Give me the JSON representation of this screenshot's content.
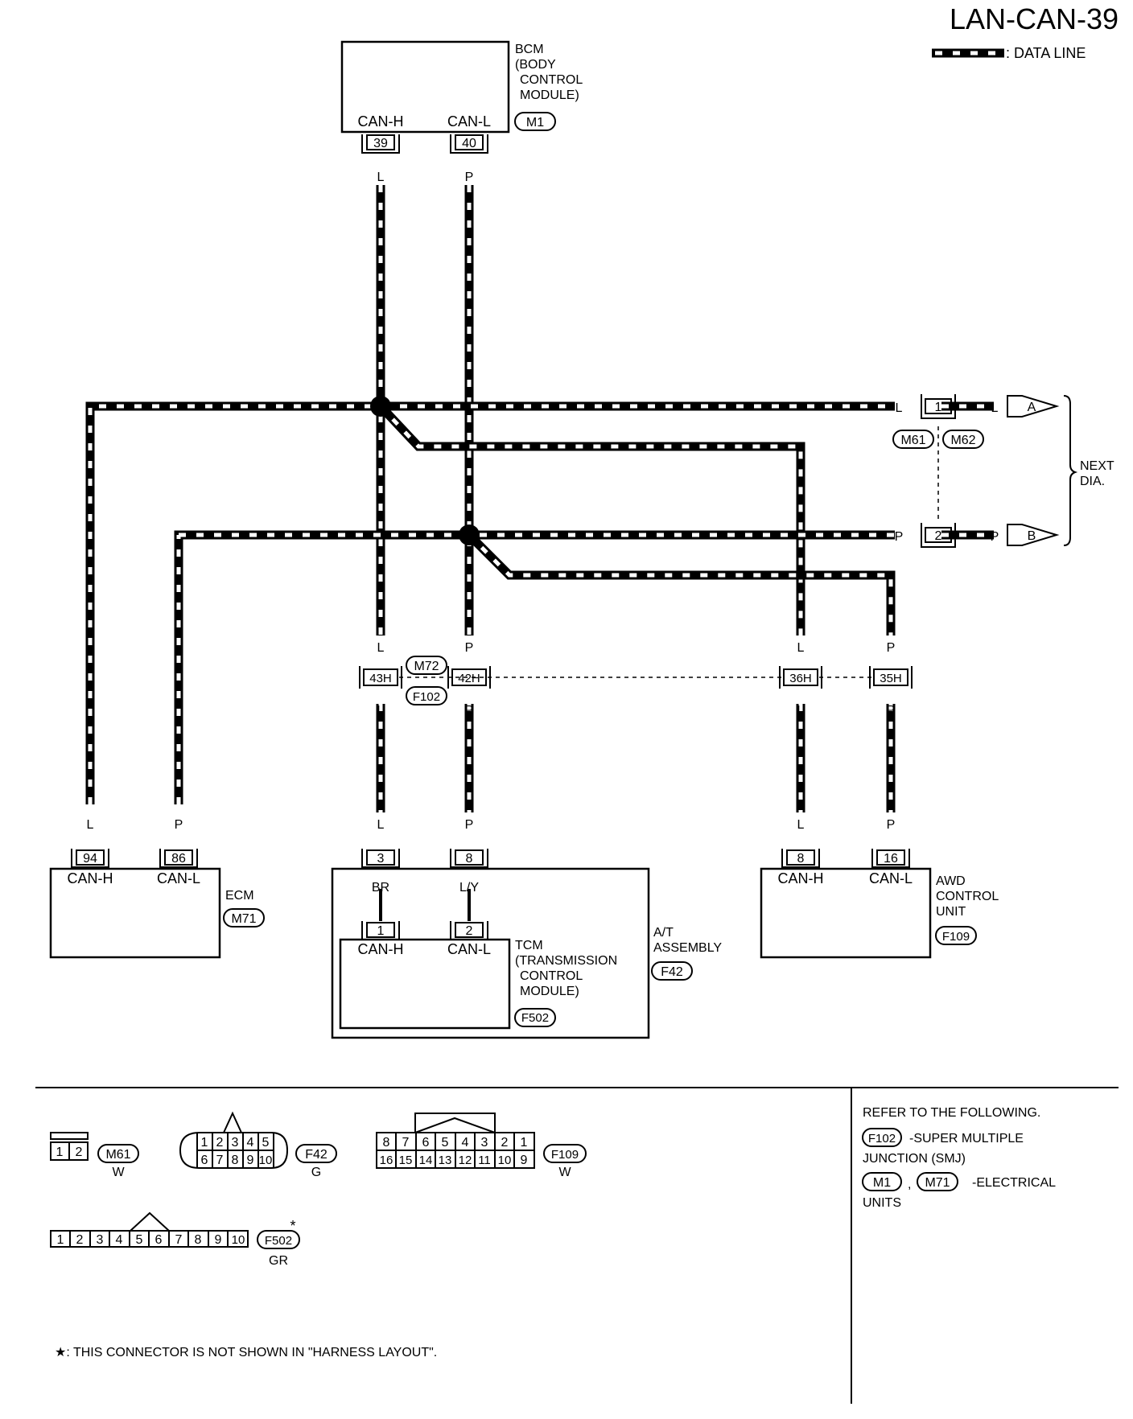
{
  "page_code": "LAN-CAN-39",
  "legend_label": ": DATA LINE",
  "bcm": {
    "name": "BCM",
    "desc1": "(BODY",
    "desc2": "CONTROL",
    "desc3": "MODULE)",
    "conn": "M1",
    "h_label": "CAN-H",
    "l_label": "CAN-L",
    "h_pin": "39",
    "l_pin": "40"
  },
  "ecm": {
    "name": "ECM",
    "conn": "M71",
    "h_label": "CAN-H",
    "l_label": "CAN-L",
    "h_pin": "94",
    "l_pin": "86"
  },
  "at": {
    "name1": "A/T",
    "name2": "ASSEMBLY",
    "conn": "F42",
    "h_pin": "3",
    "l_pin": "8",
    "h_color": "BR",
    "l_color": "L/Y"
  },
  "tcm": {
    "name": "TCM",
    "desc1": "(TRANSMISSION",
    "desc2": "CONTROL",
    "desc3": "MODULE)",
    "conn": "F502",
    "h_label": "CAN-H",
    "l_label": "CAN-L",
    "h_pin": "1",
    "l_pin": "2"
  },
  "awd": {
    "name1": "AWD",
    "name2": "CONTROL",
    "name3": "UNIT",
    "conn": "F109",
    "h_label": "CAN-H",
    "l_label": "CAN-L",
    "h_pin": "8",
    "l_pin": "16"
  },
  "smj": {
    "conn_top": "M72",
    "conn_bottom": "F102",
    "pins": [
      "43H",
      "42H",
      "36H",
      "35H"
    ]
  },
  "next": {
    "conn_left": "M61",
    "conn_right": "M62",
    "pin1": "1",
    "pin2": "2",
    "arrow_a": "A",
    "arrow_b": "B",
    "label1": "NEXT",
    "label2": "DIA."
  },
  "wire_colors": {
    "l": "L",
    "p": "P"
  },
  "connectors": [
    {
      "id": "M61",
      "color": "W",
      "pins": [
        "1",
        "2"
      ]
    },
    {
      "id": "F42",
      "color": "G",
      "pins_top": [
        "1",
        "2",
        "3",
        "4",
        "5"
      ],
      "pins_bottom": [
        "6",
        "7",
        "8",
        "9",
        "10"
      ]
    },
    {
      "id": "F109",
      "color": "W",
      "pins_top": [
        "8",
        "7",
        "6",
        "5",
        "4",
        "3",
        "2",
        "1"
      ],
      "pins_bottom": [
        "16",
        "15",
        "14",
        "13",
        "12",
        "11",
        "10",
        "9"
      ]
    },
    {
      "id": "F502",
      "color": "GR",
      "star": "*",
      "pins": [
        "1",
        "2",
        "3",
        "4",
        "5",
        "6",
        "7",
        "8",
        "9",
        "10"
      ]
    }
  ],
  "refer": {
    "title": "REFER TO THE FOLLOWING.",
    "smj_conn": "F102",
    "smj_text1": "-SUPER MULTIPLE",
    "smj_text2": "JUNCTION (SMJ)",
    "eu_conn1": "M1",
    "eu_sep": ",",
    "eu_conn2": "M71",
    "eu_text1": "-ELECTRICAL",
    "eu_text2": "UNITS"
  },
  "footnote": "★: THIS CONNECTOR IS NOT SHOWN IN \"HARNESS LAYOUT\"."
}
